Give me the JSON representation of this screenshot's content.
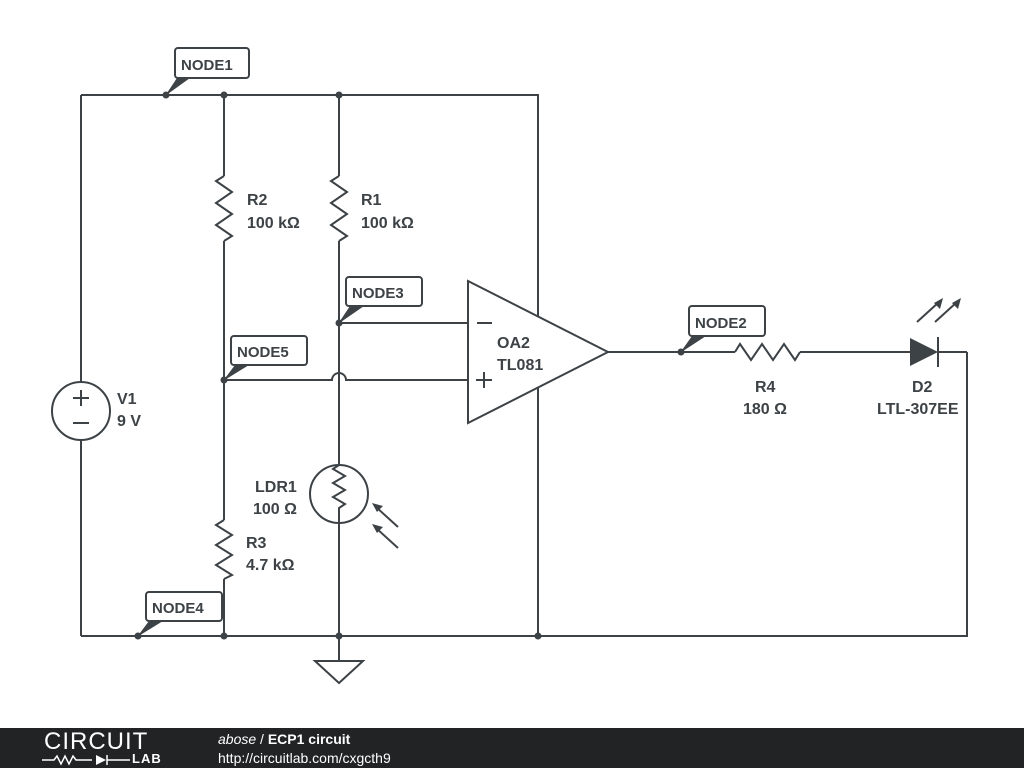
{
  "components": {
    "v1": {
      "name": "V1",
      "value": "9 V"
    },
    "r2": {
      "name": "R2",
      "value": "100 kΩ"
    },
    "r1": {
      "name": "R1",
      "value": "100 kΩ"
    },
    "r3": {
      "name": "R3",
      "value": "4.7 kΩ"
    },
    "ldr1": {
      "name": "LDR1",
      "value": "100 Ω"
    },
    "oa2": {
      "name": "OA2",
      "value": "TL081"
    },
    "r4": {
      "name": "R4",
      "value": "180 Ω"
    },
    "d2": {
      "name": "D2",
      "value": "LTL-307EE"
    }
  },
  "nodes": {
    "node1": "NODE1",
    "node2": "NODE2",
    "node3": "NODE3",
    "node4": "NODE4",
    "node5": "NODE5"
  },
  "footer": {
    "logo_top": "CIRCUIT",
    "logo_bottom": "LAB",
    "user": "abose",
    "separator": " / ",
    "title": "ECP1 circuit",
    "url": "http://circuitlab.com/cxgcth9"
  },
  "colors": {
    "wire": "#3c4246",
    "footer_bg": "#222324"
  }
}
